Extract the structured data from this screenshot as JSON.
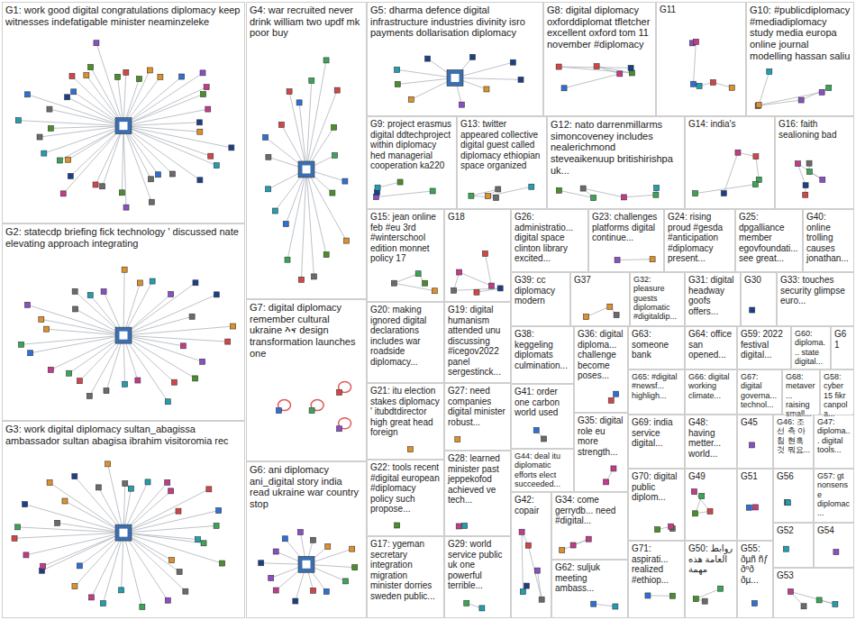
{
  "diagram": {
    "nodes": [
      {
        "text": [
          "G1: work good digital congratulations diplomacy keep witnesses indefatigable minister neaminzeleke"
        ]
      },
      {
        "text": [
          "G2: statecdp briefing fick technology ' discussed nate elevating approach integrating"
        ]
      },
      {
        "text": [
          "G3: work digital diplomacy sultan_abagissa ambassador sultan abagisa ibrahim visitoromia rec"
        ]
      },
      {
        "text": [
          "G4: war recruited never drink william two updf mk poor buy"
        ]
      },
      {
        "text": [
          "G7: digital diplomacy remember cultural ukraine እና design transformation launches one"
        ]
      },
      {
        "text": [
          "G6: ani diplomacy ani_digital story india read ukraine war country stop"
        ]
      },
      {
        "text": [
          "G5: dharma defence digital infrastructure industries divinity isro payments dollarisation diplomacy"
        ]
      },
      {
        "text": [
          "G8: digital diplomacy oxforddiplomat tfletcher excellent oxford tom 11 november #diplomacy"
        ]
      },
      {
        "text": [
          "G11"
        ]
      },
      {
        "text": [
          "G10: #publicdiplomacy #mediadiplomacy study media europa online journal modelling hassan saliu"
        ]
      },
      {
        "text": [
          "G9: project erasmus digital ddtechproject within diplomacy hed managerial cooperation ka220"
        ]
      },
      {
        "text": [
          "G13: twitter appeared collective digital guest called diplomacy ethiopian space organized"
        ]
      },
      {
        "text": [
          "G12: nato darrenmillarms simoncoveney includes nealerichmond steveaikenuup britishirishpa uk..."
        ]
      },
      {
        "text": [
          "G14: india's"
        ]
      },
      {
        "text": [
          "G16: faith sealioning bad"
        ]
      },
      {
        "text": [
          "G15: jean online feb #eu 3rd #winterschool edition monnet policy 17"
        ]
      },
      {
        "text": [
          "G18"
        ]
      },
      {
        "text": [
          "G26: administratio... digital space clinton library excited..."
        ]
      },
      {
        "text": [
          "G23: challenges platforms digital continue..."
        ]
      },
      {
        "text": [
          "G24: rising proud #gesda #anticipation #diplomacy present..."
        ]
      },
      {
        "text": [
          "G25: dpgalliance member egovfoundati... see great..."
        ]
      },
      {
        "text": [
          "G40: online trolling causes jonathan..."
        ]
      },
      {
        "text": [
          "G39: cc diplomacy modern"
        ]
      },
      {
        "text": [
          "G37"
        ]
      },
      {
        "text": [
          "G32: pleasure guests diplomatic #digitaldip..."
        ]
      },
      {
        "text": [
          "G31: digital headway goofs offers..."
        ]
      },
      {
        "text": [
          "G30"
        ]
      },
      {
        "text": [
          "G33: touches security glimpse euro..."
        ]
      },
      {
        "text": [
          "G20: making ignored digital declarations includes war roadside diplomacy..."
        ]
      },
      {
        "text": [
          "G19: digital humanism attended unu discussing #icegov2022 panel sergestinck..."
        ]
      },
      {
        "text": [
          "G38: keggeling diplomats culmination..."
        ]
      },
      {
        "text": [
          "G36: digital diploma... challenge become poses..."
        ]
      },
      {
        "text": [
          "G63: someone bank"
        ]
      },
      {
        "text": [
          "G64: office san opened..."
        ]
      },
      {
        "text": [
          "G59: 2022 festival digital..."
        ]
      },
      {
        "text": [
          "G60: diploma... state digital..."
        ]
      },
      {
        "text": [
          "G61"
        ]
      },
      {
        "text": [
          "G21: itu election stakes diplomacy ' itubdtdirector high great head foreign"
        ]
      },
      {
        "text": [
          "G27: need companies digital minister robust..."
        ]
      },
      {
        "text": [
          "G41: order one carbon world used"
        ]
      },
      {
        "text": [
          "G65: #digital #newsf... highligh..."
        ]
      },
      {
        "text": [
          "G66: digital working climate..."
        ]
      },
      {
        "text": [
          "G67: digital governa... technol..."
        ]
      },
      {
        "text": [
          "G68: metaver... raising small..."
        ]
      },
      {
        "text": [
          "G58: cyber 15 fikr canpola..."
        ]
      },
      {
        "text": [
          "G35: digital role eu more strength..."
        ]
      },
      {
        "text": [
          "G69: india service digital..."
        ]
      },
      {
        "text": [
          "G48: having metter... world..."
        ]
      },
      {
        "text": [
          "G45"
        ]
      },
      {
        "text": [
          "G46: 조선 측 아침 현혹 것 뭐요..."
        ]
      },
      {
        "text": [
          "G47: diploma... digital tools..."
        ]
      },
      {
        "text": [
          "G44: deal itu diplomatic efforts elect succeeded..."
        ]
      },
      {
        "text": [
          "G22: tools recent #digital european #diplomacy policy such propose..."
        ]
      },
      {
        "text": [
          "G28: learned minister past jeppekofod achieved ve tech..."
        ]
      },
      {
        "text": [
          "G42: copair"
        ]
      },
      {
        "text": [
          "G34: come gerrydb... need #digital..."
        ]
      },
      {
        "text": [
          "G70: digital public diplom..."
        ]
      },
      {
        "text": [
          "G49"
        ]
      },
      {
        "text": [
          "G51"
        ]
      },
      {
        "text": [
          "G56"
        ]
      },
      {
        "text": [
          "G57: gt nonsense diplomac..."
        ]
      },
      {
        "text": [
          "G52"
        ]
      },
      {
        "text": [
          "G54"
        ]
      },
      {
        "text": [
          "G17: ygeman secretary integration migration minister dorries sweden public..."
        ]
      },
      {
        "text": [
          "G29: world service public uk one powerful terrible..."
        ]
      },
      {
        "text": [
          "G62: suljuk meeting ambass..."
        ]
      },
      {
        "text": [
          "G71: aspirati... realized #ethiop..."
        ]
      },
      {
        "text": [
          "G50: روابط العامة هذه مهمة"
        ]
      },
      {
        "text": [
          "G55: ðµñ ñƒ ðºð ðµ..."
        ]
      },
      {
        "text": [
          "G53"
        ]
      }
    ]
  }
}
